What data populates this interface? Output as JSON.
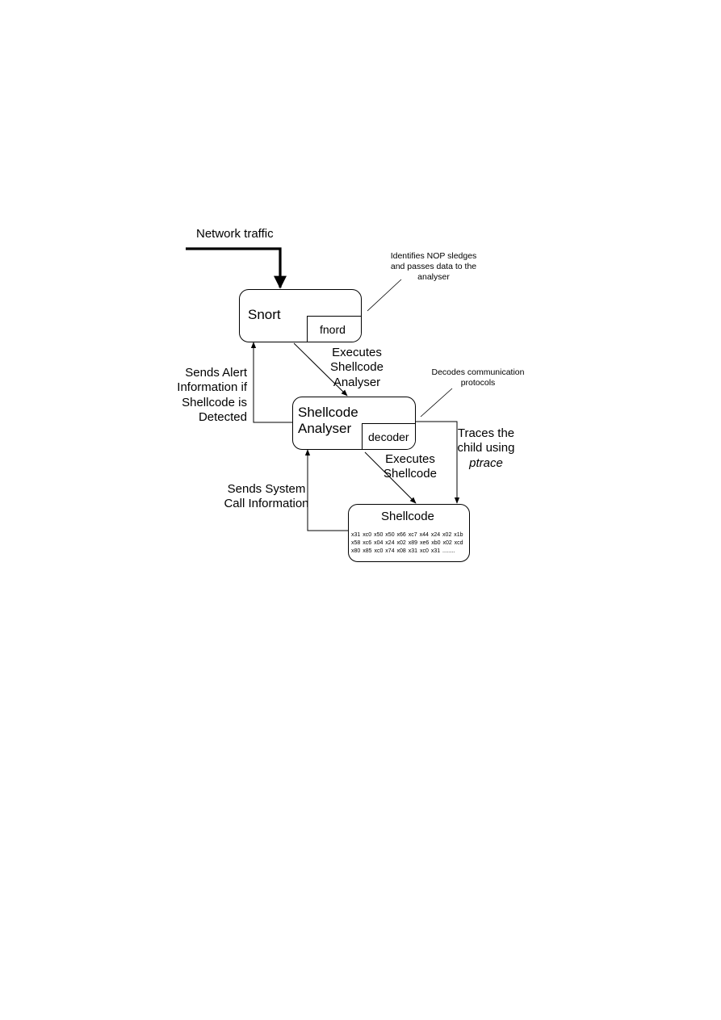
{
  "network_traffic_label": "Network traffic",
  "notes": {
    "nop": [
      "Identifies NOP sledges",
      "and passes data to the",
      "analyser"
    ],
    "decodes": [
      "Decodes communication",
      "protocols"
    ]
  },
  "nodes": {
    "snort": {
      "title": "Snort",
      "sub": "fnord"
    },
    "analyser": {
      "title_line1": "Shellcode",
      "title_line2": "Analyser",
      "sub": "decoder"
    },
    "shellcode": {
      "title": "Shellcode",
      "hex": "x31 xc0 x50 x50 x66 xc7 x44 x24 x02 x1b x58 xc6 x04 x24 x02 x89 xe6 xb0 x02 xcd x80 x85 xc0 x74 x08 x31 xc0 x31 ........"
    }
  },
  "edges": {
    "executes_analyser": [
      "Executes",
      "Shellcode",
      "Analyser"
    ],
    "sends_alert": [
      "Sends Alert",
      "Information if",
      "Shellcode is",
      "Detected"
    ],
    "traces": [
      "Traces the",
      "child using",
      "ptrace"
    ],
    "executes_shellcode": [
      "Executes",
      "Shellcode"
    ],
    "sends_syscall": [
      "Sends System",
      "Call Information"
    ]
  }
}
